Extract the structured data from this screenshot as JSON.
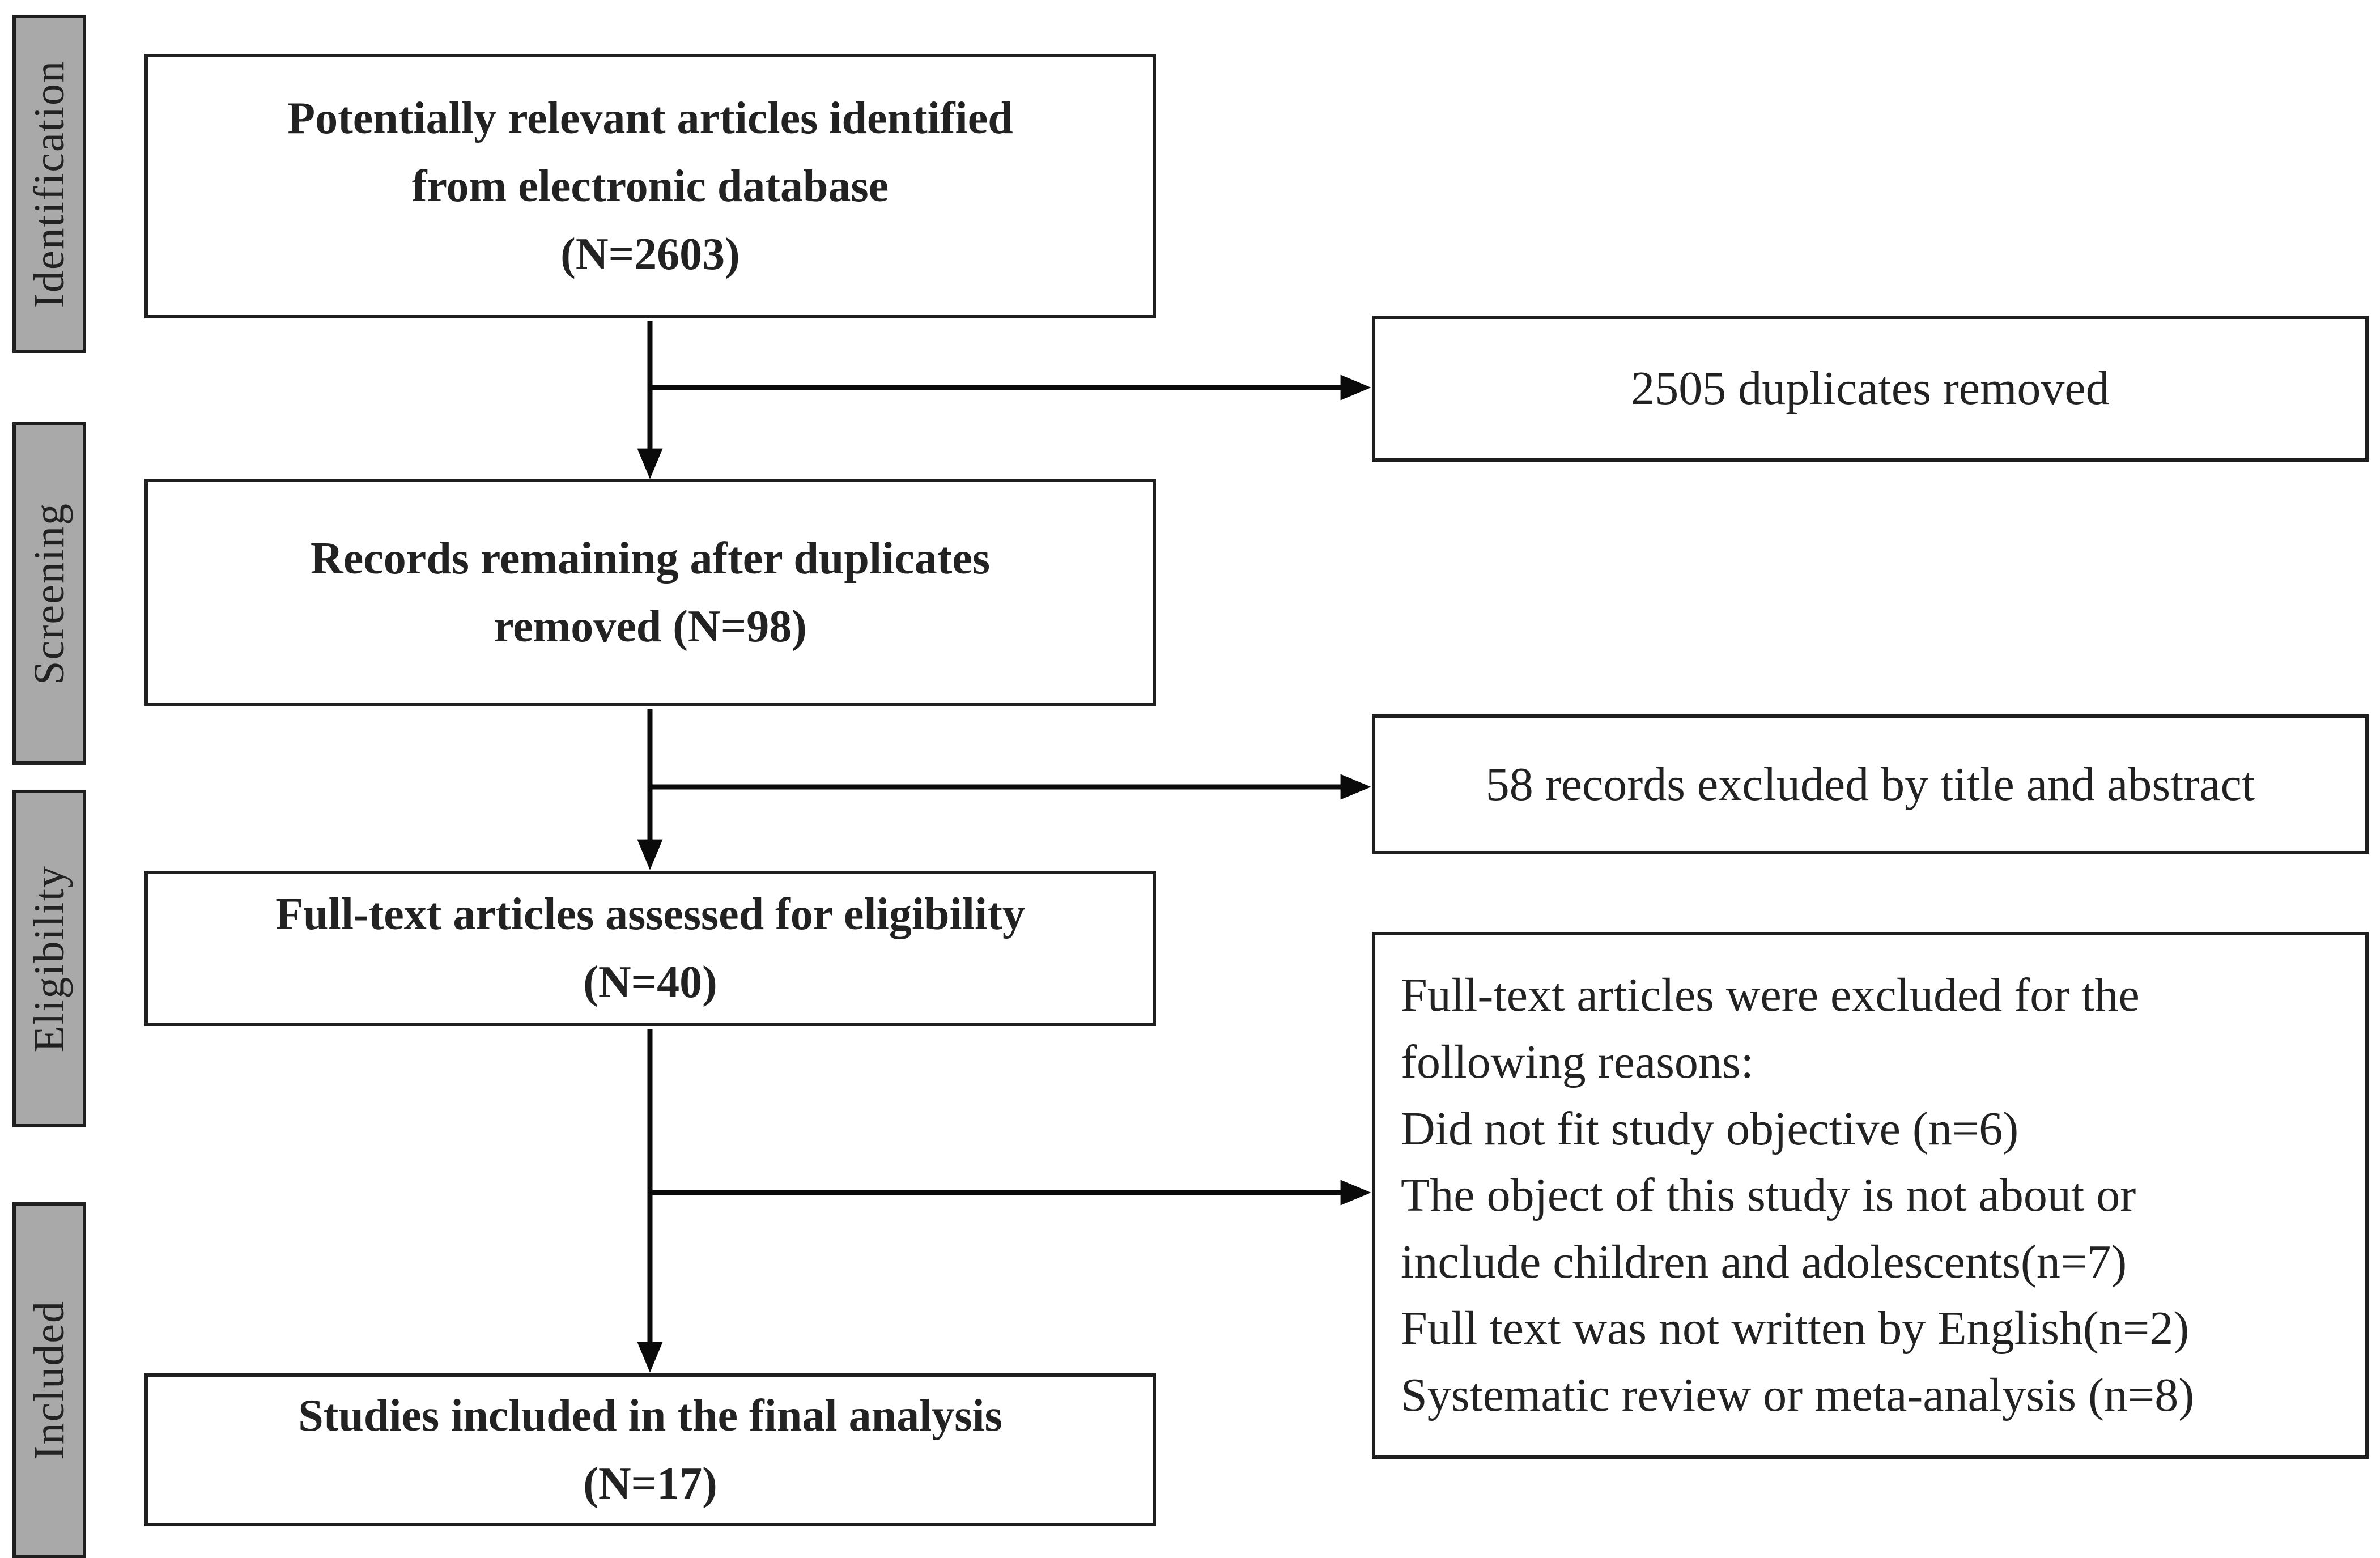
{
  "stages": [
    {
      "label": "Identification"
    },
    {
      "label": "Screening"
    },
    {
      "label": "Eligibility"
    },
    {
      "label": "Included"
    }
  ],
  "flow_boxes": [
    {
      "text": "Potentially relevant articles identified\nfrom electronic database\n(N=2603)"
    },
    {
      "text": "Records remaining after duplicates\nremoved (N=98)"
    },
    {
      "text": "Full-text articles assessed for eligibility\n(N=40)"
    },
    {
      "text": "Studies included in the final analysis\n(N=17)"
    }
  ],
  "exclusion_boxes": [
    {
      "text": "2505 duplicates removed"
    },
    {
      "text": "58 records excluded by title and abstract"
    },
    {
      "text": "Full-text articles were excluded for the\nfollowing reasons:\nDid not fit study objective (n=6)\nThe object of this study is not about or\ninclude children and adolescents(n=7)\nFull text was not written by English(n=2)\nSystematic review or meta-analysis (n=8)"
    }
  ],
  "colors": {
    "stage_fill": "#a9a9a9",
    "stage_border": "#1f1f1f",
    "box_fill": "#ffffff",
    "box_border": "#1f1f1f",
    "text": "#1d1d1d",
    "arrow": "#0a0a0a",
    "background": "#ffffff"
  }
}
